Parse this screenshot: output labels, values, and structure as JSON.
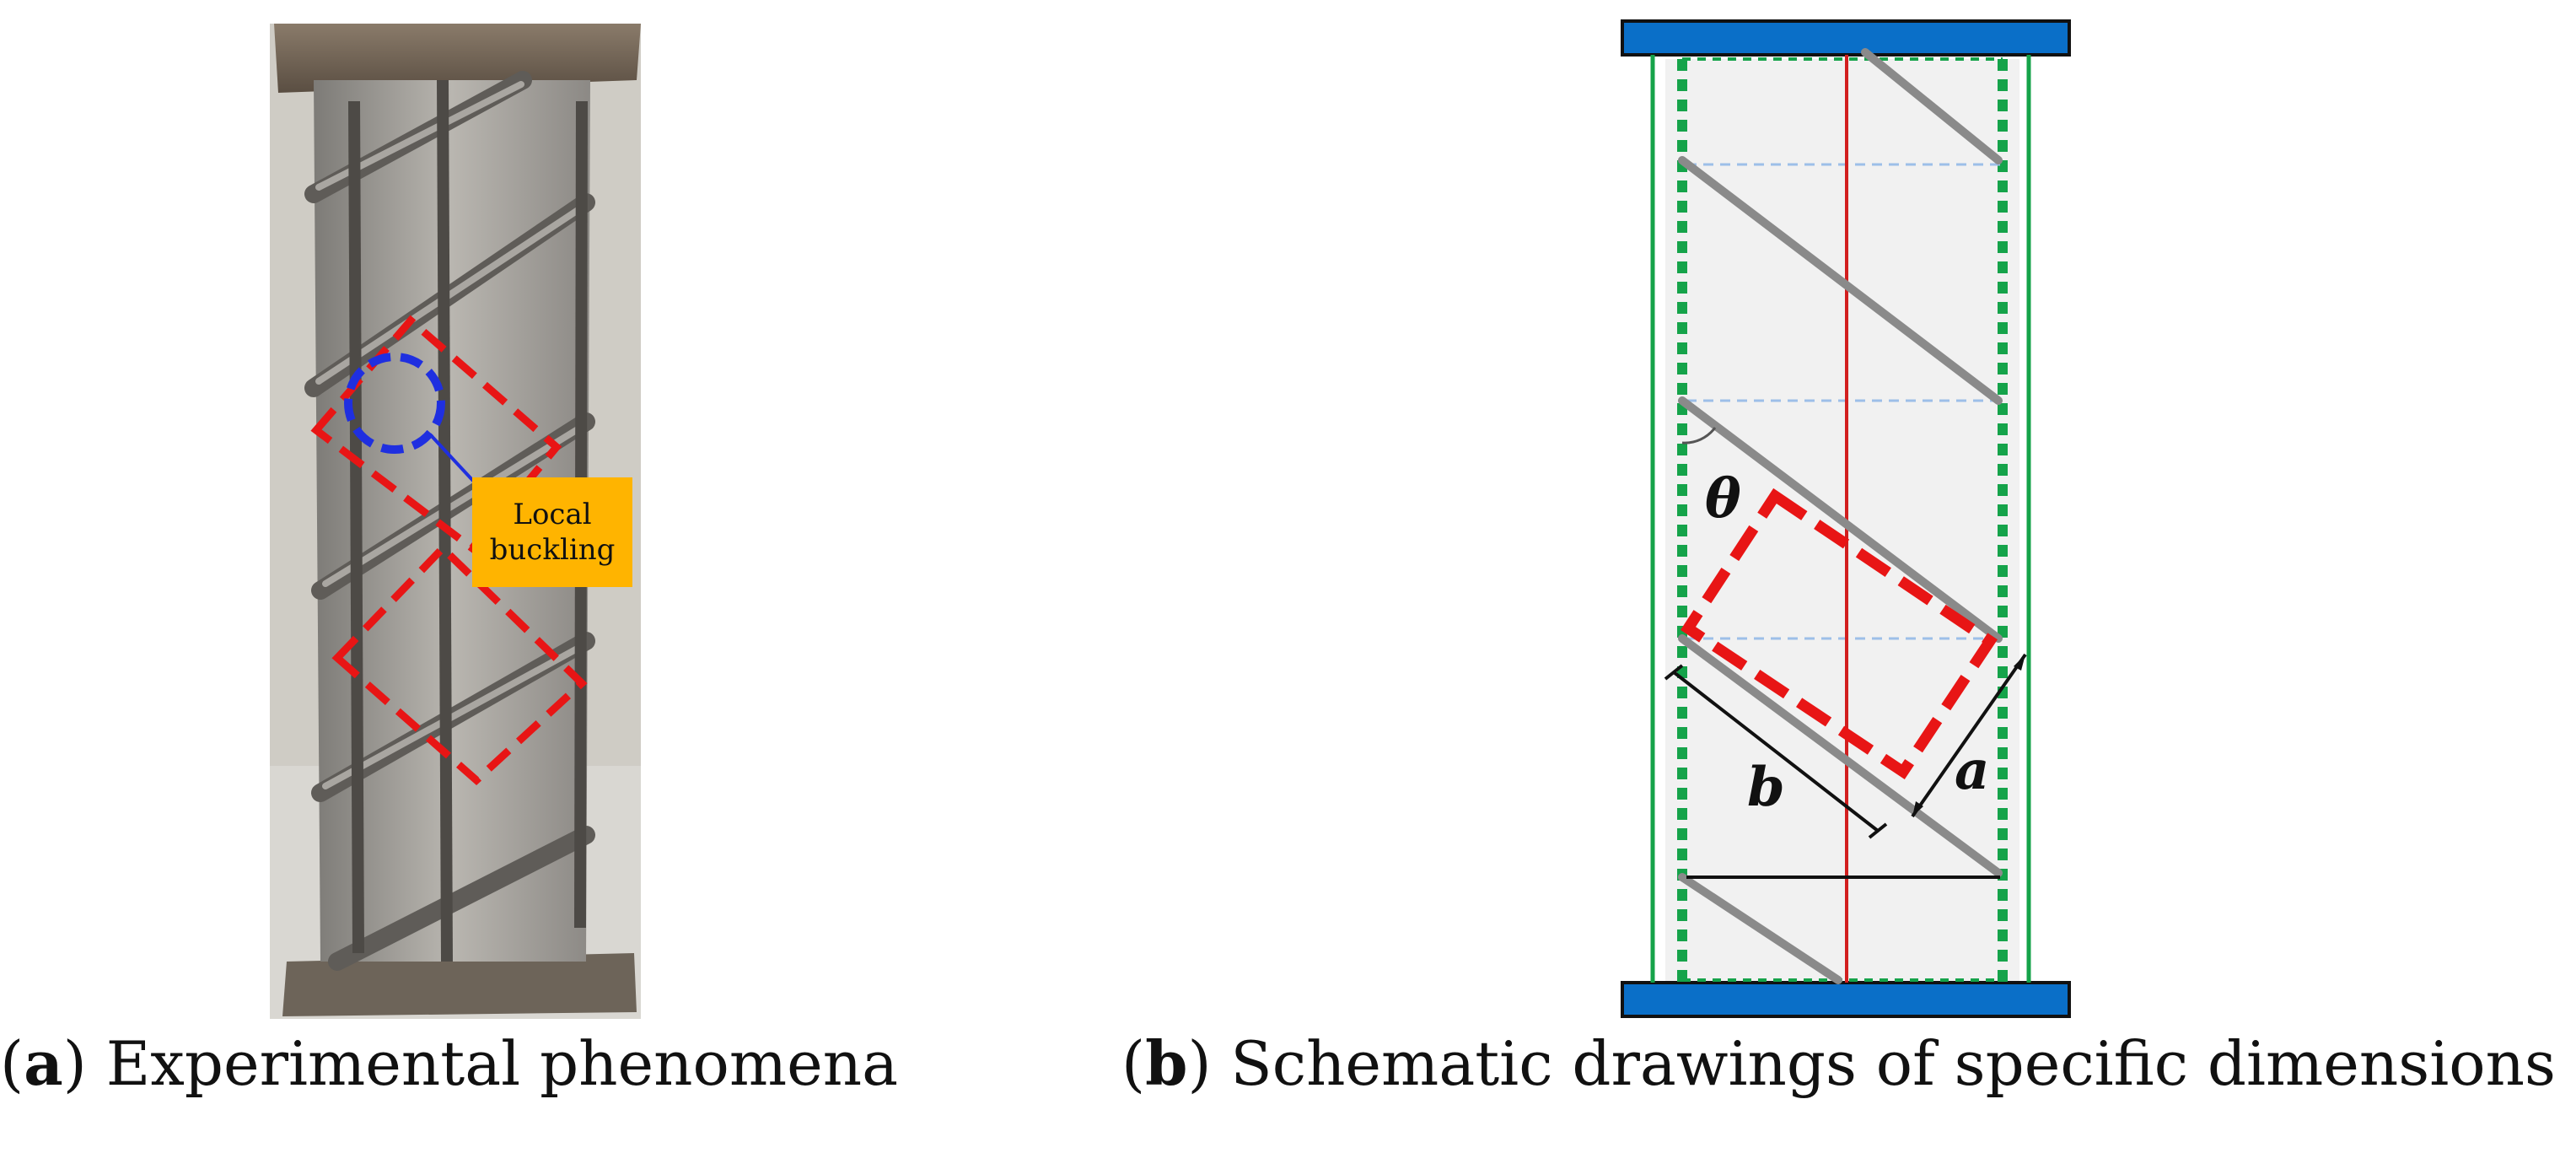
{
  "panel_a": {
    "caption_open": "(",
    "caption_letter": "a",
    "caption_text": ") Experimental phenomena",
    "callout_line1": "Local",
    "callout_line2": "buckling"
  },
  "panel_b": {
    "caption_open": "(",
    "caption_letter": "b",
    "caption_text": ") Schematic drawings of specific dimensions",
    "label_theta": "θ",
    "label_a": "a",
    "label_b": "b"
  },
  "colors": {
    "end_plate": "#0a6fc8",
    "steel_tube": "#15a34a",
    "axis": "#d21f1f",
    "rib": "#8a8a8a",
    "highlight": "#e81515",
    "buckle": "#1f2fe0",
    "callout": "#ffb400"
  }
}
